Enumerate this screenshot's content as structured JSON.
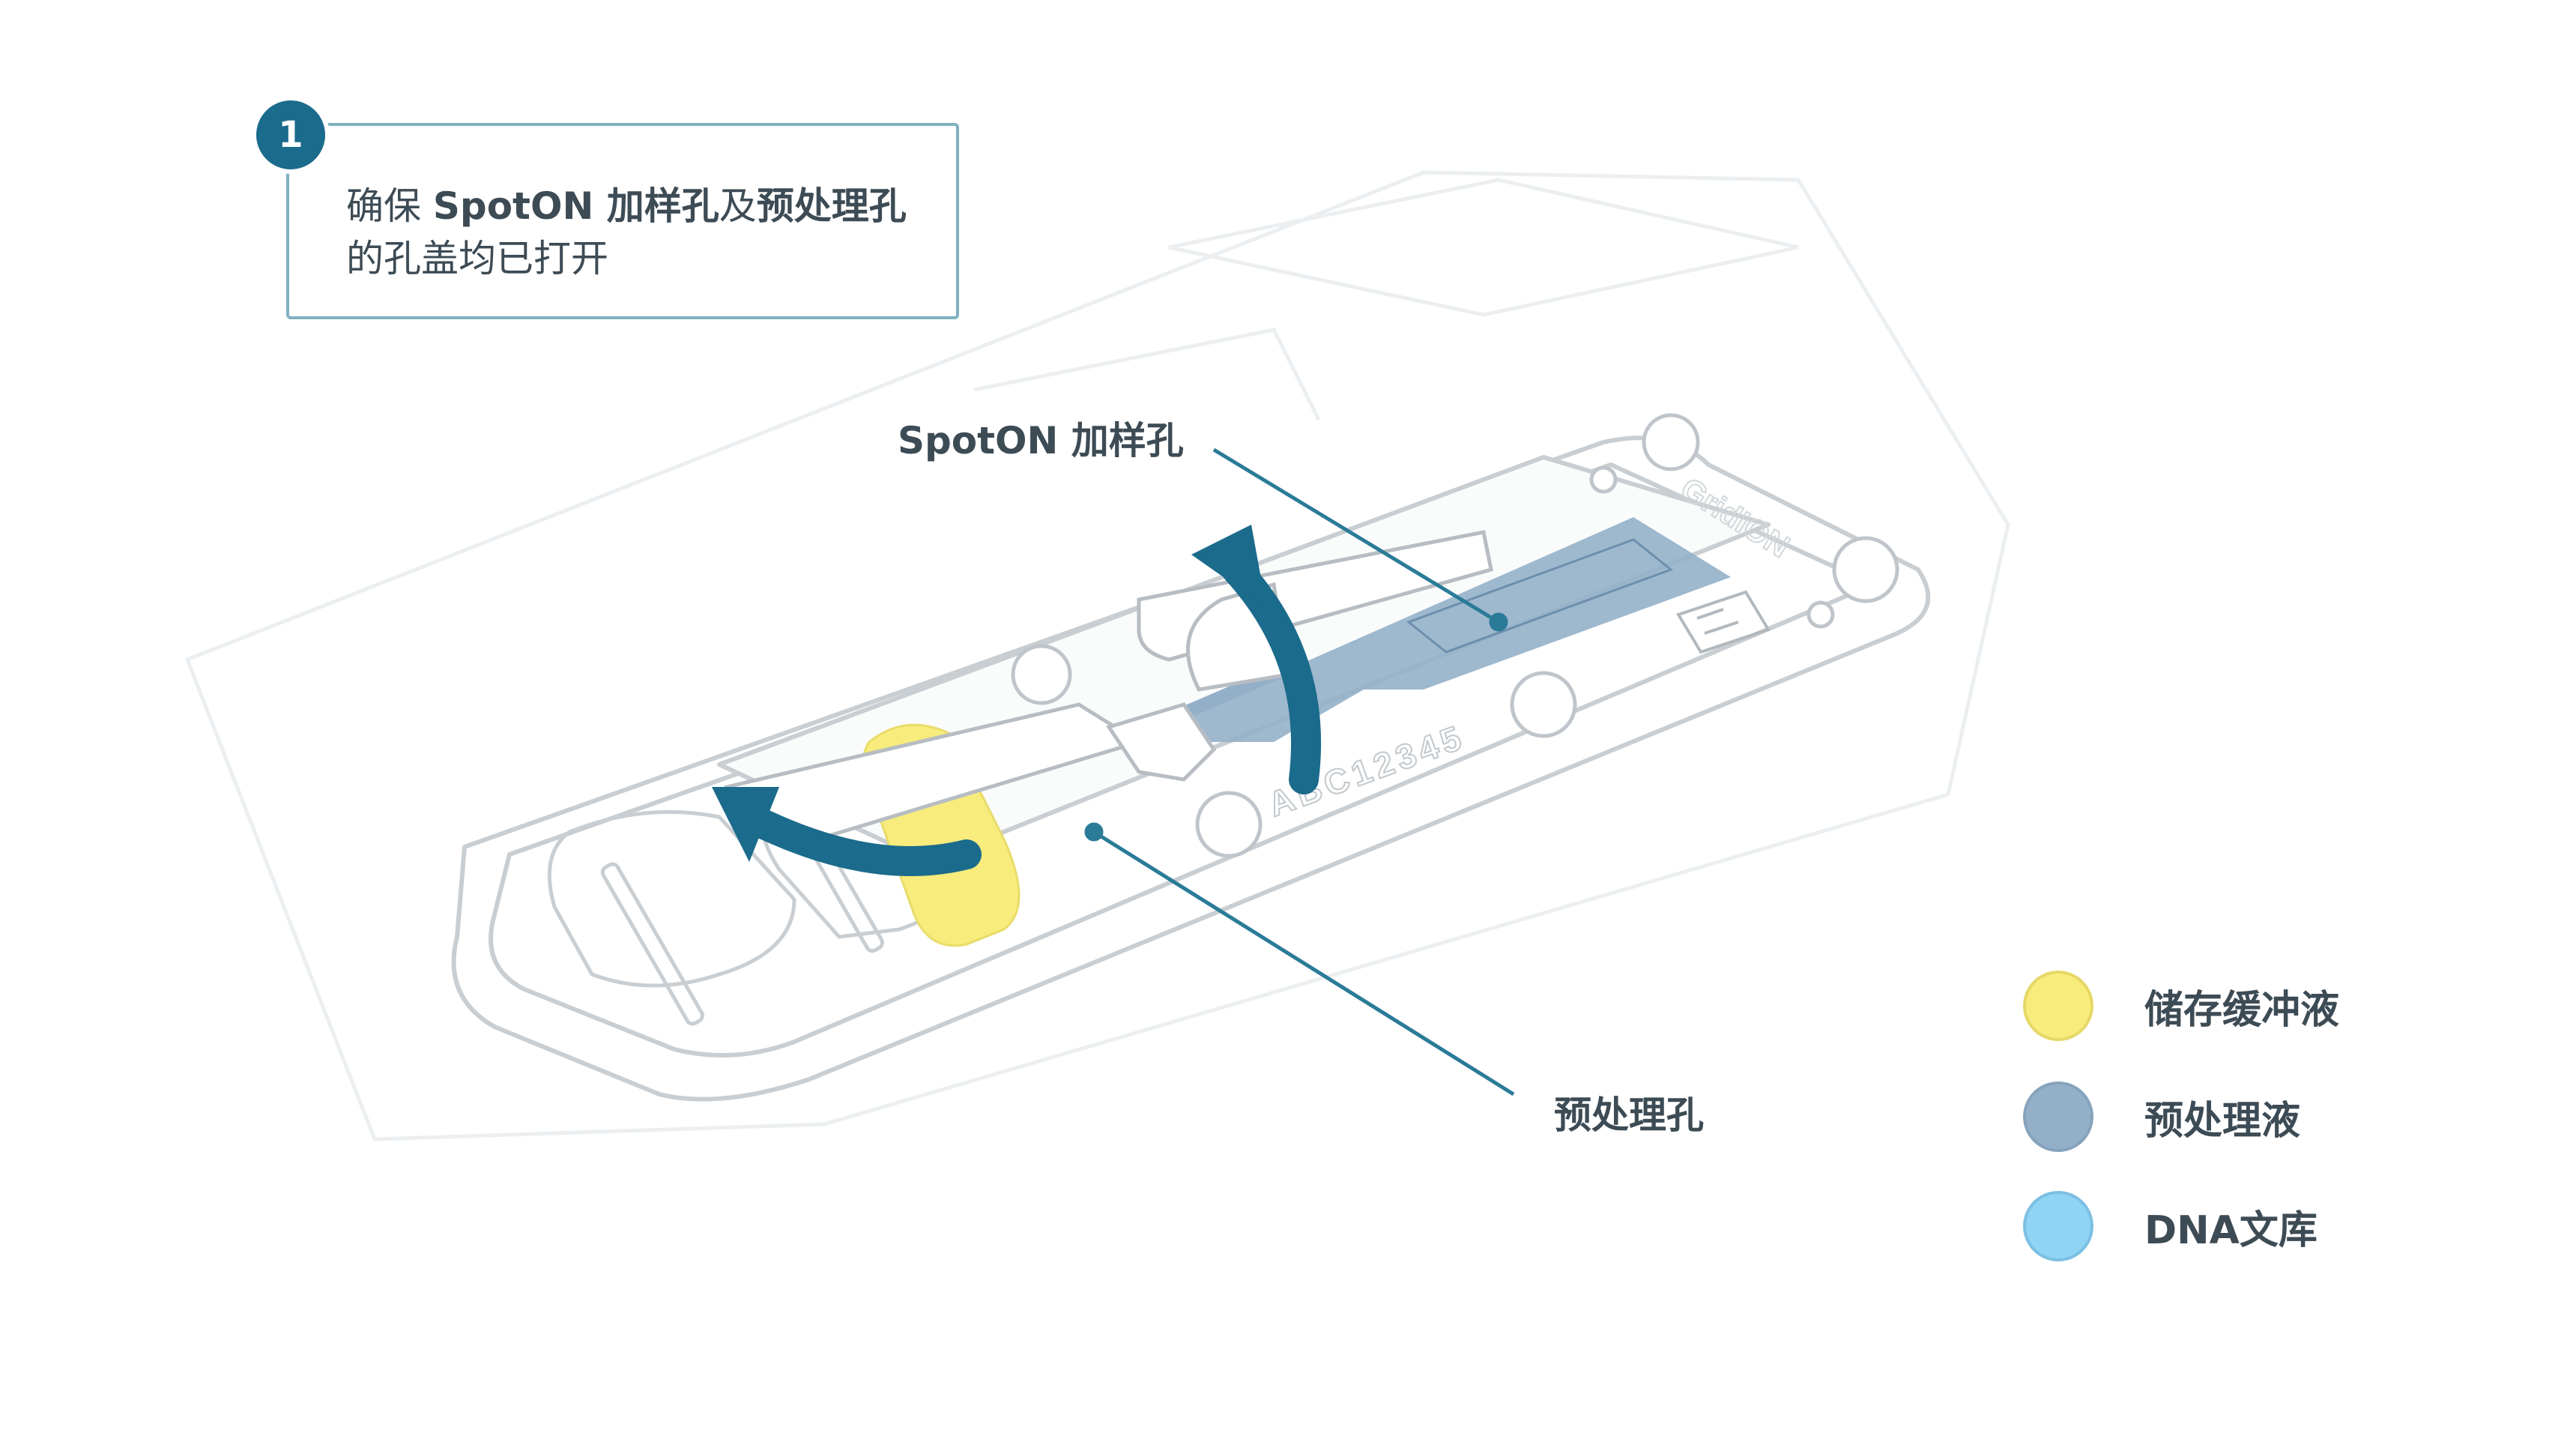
{
  "callout": {
    "step_number": "1",
    "text_part1": "确保 ",
    "text_bold1": "SpotON 加样孔",
    "text_part2": "及",
    "text_bold2": "预处理孔",
    "text_part3": "的孔盖均已打开"
  },
  "labels": {
    "spoton_port": "SpotON 加样孔",
    "priming_port": "预处理孔"
  },
  "flowcell": {
    "serial_text": "ABC12345",
    "brand_text": "GridION"
  },
  "legend": [
    {
      "label": "储存缓冲液",
      "color": "#f7ec7c",
      "border": "#e6d866"
    },
    {
      "label": "预处理液",
      "color": "#94b0c9",
      "border": "#86a3bd"
    },
    {
      "label": "DNA文库",
      "color": "#8fd3f5",
      "border": "#7cbfe3"
    }
  ],
  "colors": {
    "arrow": "#1b6b8c",
    "leader_line": "#2a7b98",
    "storage_buffer": "#f7ec7c",
    "priming_fluid": "#94b0c9"
  }
}
